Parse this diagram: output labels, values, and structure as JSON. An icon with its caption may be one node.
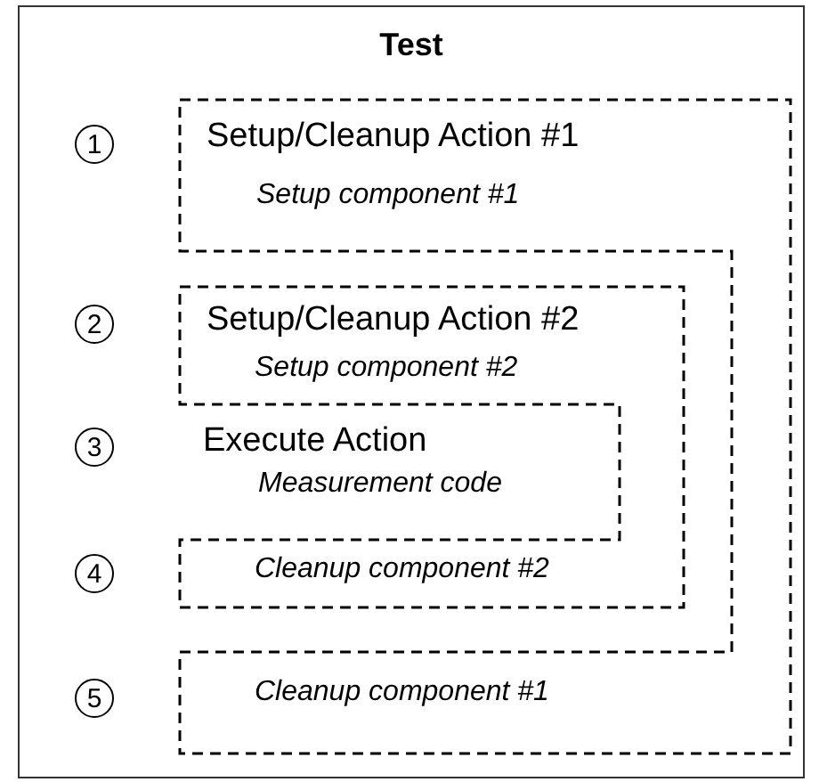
{
  "diagram": {
    "nodes": [
      {
        "text": [
          "Test"
        ]
      },
      {
        "text": [
          "Setup/Cleanup Action #1",
          "Setup component #1",
          "Cleanup component #1"
        ],
        "in": 0
      },
      {
        "text": [
          "Setup/Cleanup Action #2",
          "Setup component #2",
          "Cleanup component #2"
        ],
        "in": 1
      },
      {
        "text": [
          "Execute Action",
          "Measurement code"
        ],
        "in": 2
      },
      {
        "text": [
          "1"
        ],
        "in": 0
      },
      {
        "text": [
          "2"
        ],
        "in": 0
      },
      {
        "text": [
          "3"
        ],
        "in": 0
      },
      {
        "text": [
          "4"
        ],
        "in": 0
      },
      {
        "text": [
          "5"
        ],
        "in": 0
      }
    ]
  }
}
